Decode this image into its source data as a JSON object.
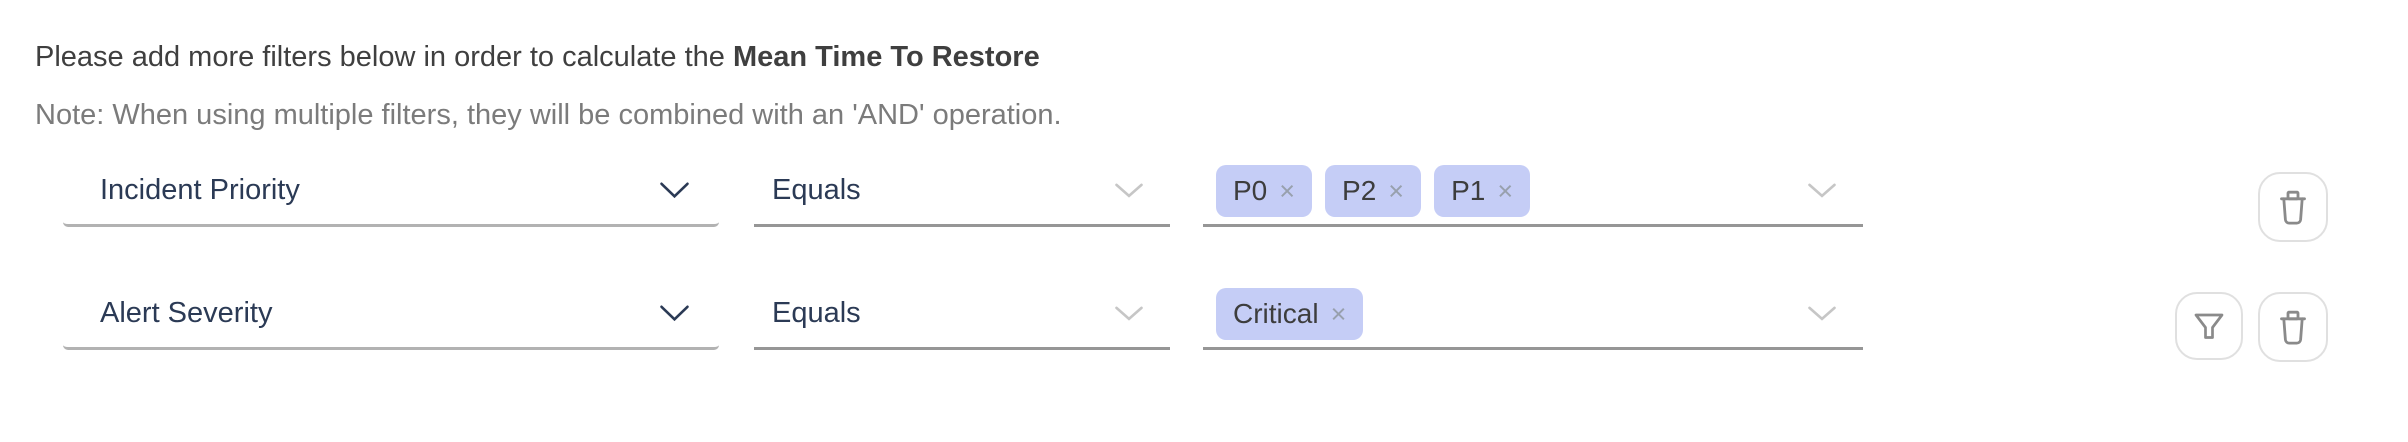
{
  "header": {
    "instruction_prefix": "Please add more filters below in order to calculate the ",
    "metric_name": "Mean Time To Restore",
    "note": "Note: When using multiple filters, they will be combined with an 'AND' operation."
  },
  "filters": {
    "remove_glyph": "×",
    "rows": [
      {
        "field": "Incident Priority",
        "operator": "Equals",
        "values": [
          {
            "label": "P0"
          },
          {
            "label": "P2"
          },
          {
            "label": "P1"
          }
        ],
        "actions": [
          {
            "icon": "trash-icon"
          }
        ]
      },
      {
        "field": "Alert Severity",
        "operator": "Equals",
        "values": [
          {
            "label": "Critical"
          }
        ],
        "actions": [
          {
            "icon": "funnel-icon"
          },
          {
            "icon": "trash-icon"
          }
        ]
      }
    ]
  },
  "colors": {
    "label_text": "#2b3a55",
    "body_text": "#3f3f3f",
    "note_text": "#7b7b7b",
    "tag_background": "#c5cdf6",
    "tag_text": "#3d3d3d",
    "tag_remove": "#98a0ad",
    "underline": "#969696",
    "icon_gray": "#8a8a8a",
    "button_border": "#e0e0e0"
  }
}
